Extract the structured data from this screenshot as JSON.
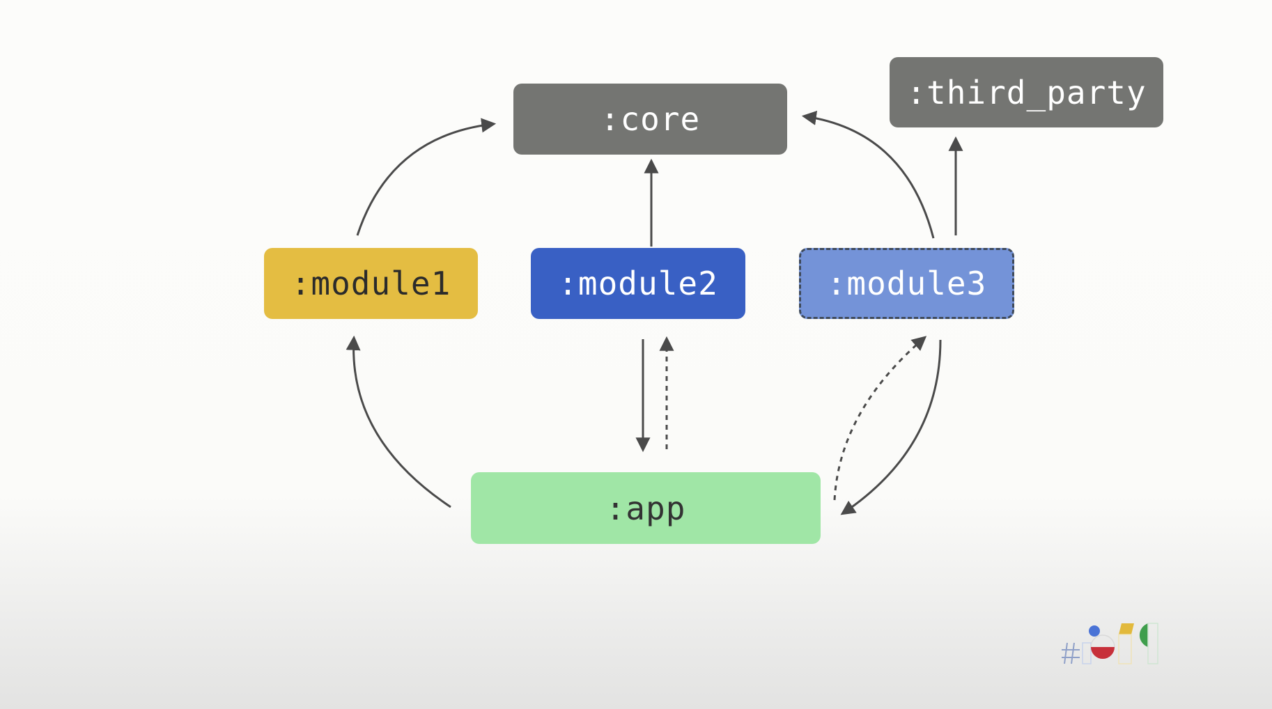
{
  "nodes": {
    "core": ":core",
    "third_party": ":third_party",
    "module1": ":module1",
    "module2": ":module2",
    "module3": ":module3",
    "app": ":app"
  },
  "colors": {
    "core": "#747572",
    "third_party": "#747572",
    "module1": "#e4bd42",
    "module2": "#3960c4",
    "module3": "#7493d8",
    "app": "#a0e6a6",
    "edge": "#4a4a4a"
  },
  "edges": [
    {
      "from": "module1",
      "to": "core",
      "style": "solid"
    },
    {
      "from": "module2",
      "to": "core",
      "style": "solid"
    },
    {
      "from": "module3",
      "to": "core",
      "style": "solid"
    },
    {
      "from": "module3",
      "to": "third_party",
      "style": "solid"
    },
    {
      "from": "app",
      "to": "module1",
      "style": "solid"
    },
    {
      "from": "module2",
      "to": "app",
      "style": "solid"
    },
    {
      "from": "app",
      "to": "module2",
      "style": "dashed"
    },
    {
      "from": "module3",
      "to": "app",
      "style": "solid"
    },
    {
      "from": "app",
      "to": "module3",
      "style": "dashed"
    }
  ],
  "logo": {
    "icon": "google-io-logo-icon",
    "text": "#io"
  }
}
